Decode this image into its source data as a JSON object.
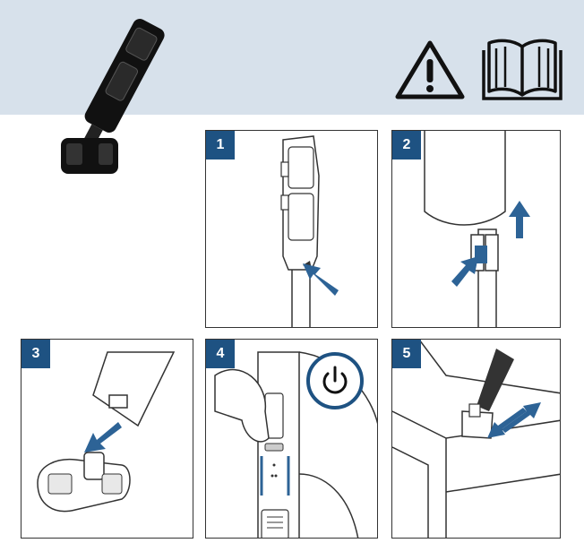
{
  "steps": [
    {
      "number": "1"
    },
    {
      "number": "2"
    },
    {
      "number": "3"
    },
    {
      "number": "4"
    },
    {
      "number": "5"
    }
  ],
  "colors": {
    "header_band": "#d7e1eb",
    "accent_blue": "#1e5282",
    "arrow_blue": "#2d6396",
    "line": "#333333"
  },
  "icons": {
    "warning": "warning-triangle-icon",
    "manual": "open-manual-icon",
    "power": "power-icon"
  }
}
